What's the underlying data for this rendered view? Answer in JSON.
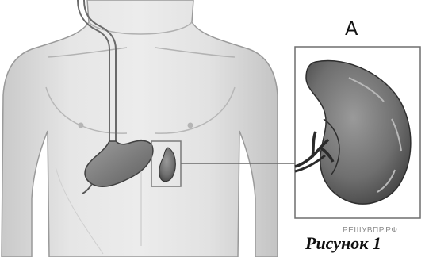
{
  "figure": {
    "label": "А",
    "watermark": "РЕШУВПР.РФ",
    "caption": "Рисунок 1"
  }
}
